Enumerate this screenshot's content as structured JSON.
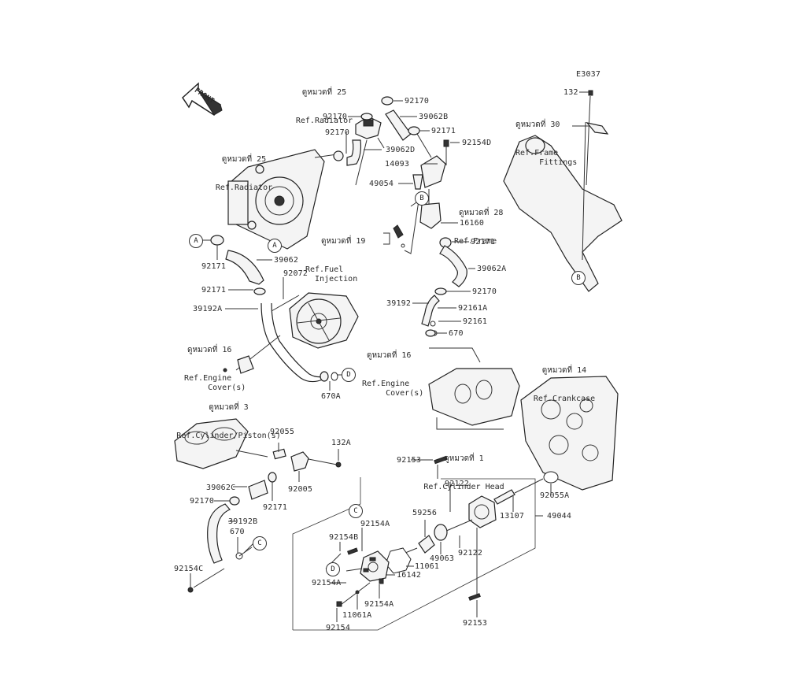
{
  "diagram": {
    "code": "E3037",
    "front_arrow": "FRONT",
    "references": {
      "radiator_top": {
        "th": "ดูหมวดที่ 25",
        "en": "Ref.Radiator"
      },
      "radiator_left": {
        "th": "ดูหมวดที่ 25",
        "en": "Ref.Radiator"
      },
      "frame_fittings": {
        "th": "ดูหมวดที่ 30",
        "en": "Ref.Frame\n     Fittings"
      },
      "frame": {
        "th": "ดูหมวดที่ 28",
        "en": "Ref.Frame"
      },
      "fuel_injection": {
        "th": "ดูหมวดที่ 19",
        "en": "Ref.Fuel\n  Injection"
      },
      "engine_cover_left": {
        "th": "ดูหมวดที่ 16",
        "en": "Ref.Engine\n     Cover(s)"
      },
      "engine_cover_right": {
        "th": "ดูหมวดที่ 16",
        "en": "Ref.Engine\n     Cover(s)"
      },
      "crankcase": {
        "th": "ดูหมวดที่ 14",
        "en": "Ref.Crankcase"
      },
      "cylinder_piston": {
        "th": "ดูหมวดที่ 3",
        "en": "Ref.Cylinder/Piston(s)"
      },
      "cylinder_head": {
        "th": "ดูหมวดที่ 1",
        "en": "Ref.Cylinder Head"
      }
    },
    "connectors": [
      "A",
      "A",
      "B",
      "B",
      "C",
      "C",
      "D",
      "D"
    ],
    "parts": {
      "p92170_a": "92170",
      "p39062B": "39062B",
      "p92170_b": "92170",
      "p92171_a": "92171",
      "p92170_c": "92170",
      "p92154D": "92154D",
      "p39062D": "39062D",
      "p14093": "14093",
      "p132": "132",
      "p49054": "49054",
      "p16160": "16160",
      "p92171_b": "92171",
      "p39062A": "39062A",
      "p92171_c": "92171",
      "p39062": "39062",
      "p92072": "92072",
      "p92171_d": "92171",
      "p39192A": "39192A",
      "p92170_d": "92170",
      "p39192": "39192",
      "p92161A": "92161A",
      "p92161": "92161",
      "p670_a": "670",
      "p670A": "670A",
      "p92055": "92055",
      "p132A": "132A",
      "p92005": "92005",
      "p39062C": "39062C",
      "p92170_e": "92170",
      "p92171_e": "92171",
      "p39192B": "39192B",
      "p670_b": "670",
      "p92154C": "92154C",
      "p92153_a": "92153",
      "p92122_a": "92122",
      "p92055A": "92055A",
      "p13107": "13107",
      "p49044": "49044",
      "p92154A_a": "92154A",
      "p59256": "59256",
      "p92154B": "92154B",
      "p49063": "49063",
      "p92122_b": "92122",
      "p11061": "11061",
      "p16142": "16142",
      "p92154A_b": "92154A",
      "p92154A_c": "92154A",
      "p11061A": "11061A",
      "p92154": "92154",
      "p92153_b": "92153"
    }
  }
}
